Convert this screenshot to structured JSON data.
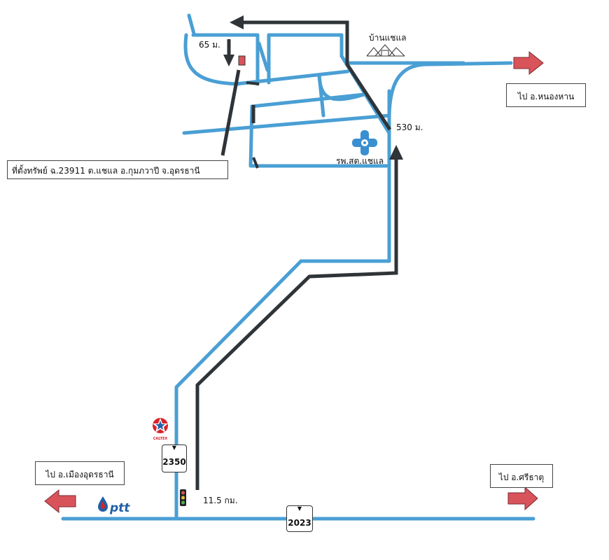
{
  "labels": {
    "property_location": "ที่ตั้งทรัพย์ ฉ.23911 ต.แชแล อ.กุมภวาปี จ.อุดรธานี",
    "to_nong_han": "ไป อ.หนองหาน",
    "to_mueang_udon": "ไป อ.เมืองอุดรธานี",
    "to_si_that": "ไป อ.ศรีธาตุ",
    "village": "บ้านแชแล",
    "hospital": "รพ.สต.แชแล",
    "dist_65": "65 ม.",
    "dist_530": "530 ม.",
    "dist_11_5": "11.5 กม.",
    "brand_ptt": "ptt",
    "brand_caltex": "CALTEX"
  },
  "roads": {
    "highway_2023": "2023",
    "highway_2350": "2350"
  },
  "colors": {
    "road": "#4a9fd4",
    "route": "#2f3438",
    "arrow": "#d9535b",
    "ptt_blue": "#1f5fa8",
    "caltex_red": "#d8232a",
    "hospital": "#3a8fd0",
    "property": "#d9535b"
  },
  "icons": {
    "traffic_light": "traffic-light-icon",
    "hospital": "hospital-cross-icon",
    "caltex": "caltex-star-icon",
    "ptt": "ptt-drop-icon",
    "temple": "temple-roof-icon"
  }
}
